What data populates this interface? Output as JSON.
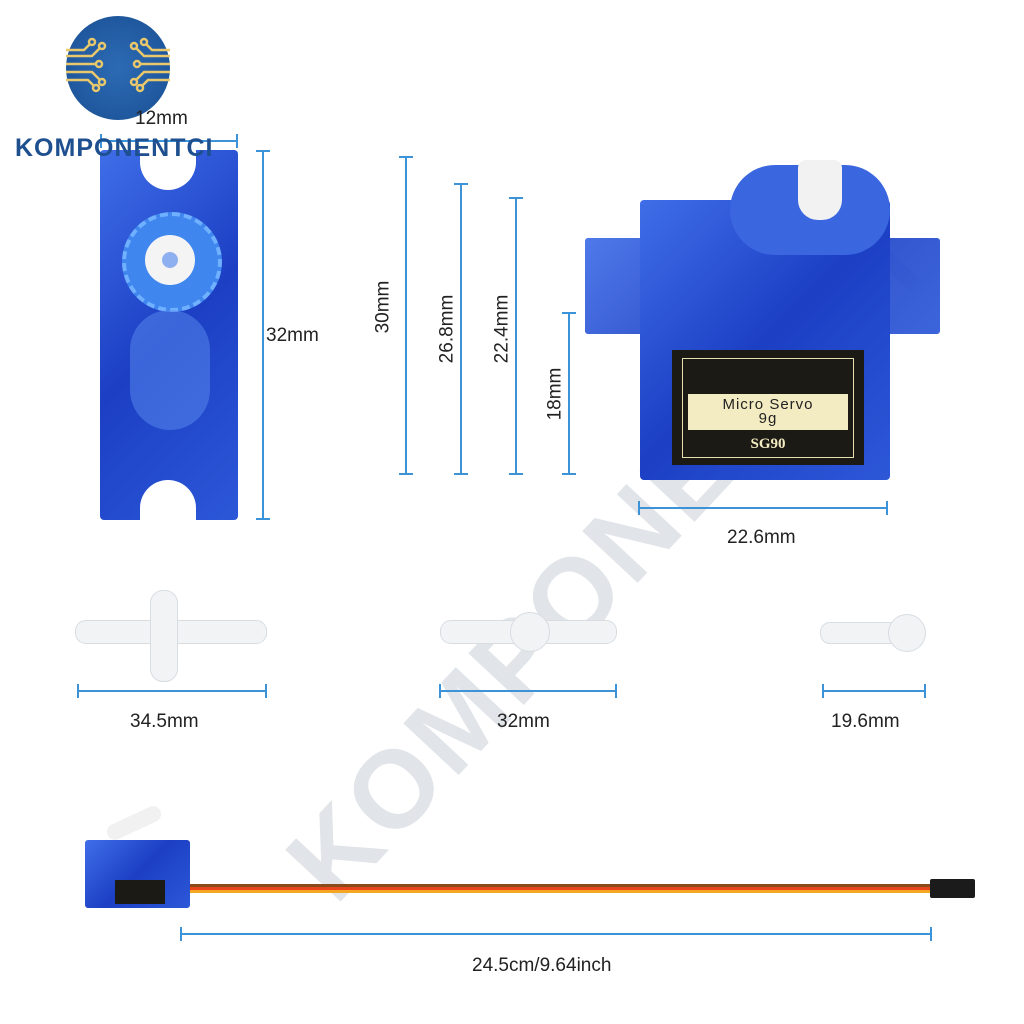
{
  "logo": {
    "text": "KOMPONENTCI",
    "color": "#1e4f8f",
    "accent": "#e8c86a"
  },
  "watermark": "KOMPONENTCI",
  "label_plate": {
    "line1": "Micro Servo",
    "line2": "9g",
    "model": "SG90"
  },
  "dimensions": {
    "top_width": "12mm",
    "side_height": "32mm",
    "height_30": "30mm",
    "height_268": "26.8mm",
    "height_224": "22.4mm",
    "height_18": "18mm",
    "body_width": "22.6mm",
    "horn_cross": "34.5mm",
    "horn_double": "32mm",
    "horn_single": "19.6mm",
    "cable": "24.5cm/9.64inch"
  },
  "colors": {
    "dimension_line": "#3d93d8",
    "servo_body": "#2a4fd4",
    "wire": [
      "#8b4a1c",
      "#e8461a",
      "#f5a623"
    ]
  }
}
